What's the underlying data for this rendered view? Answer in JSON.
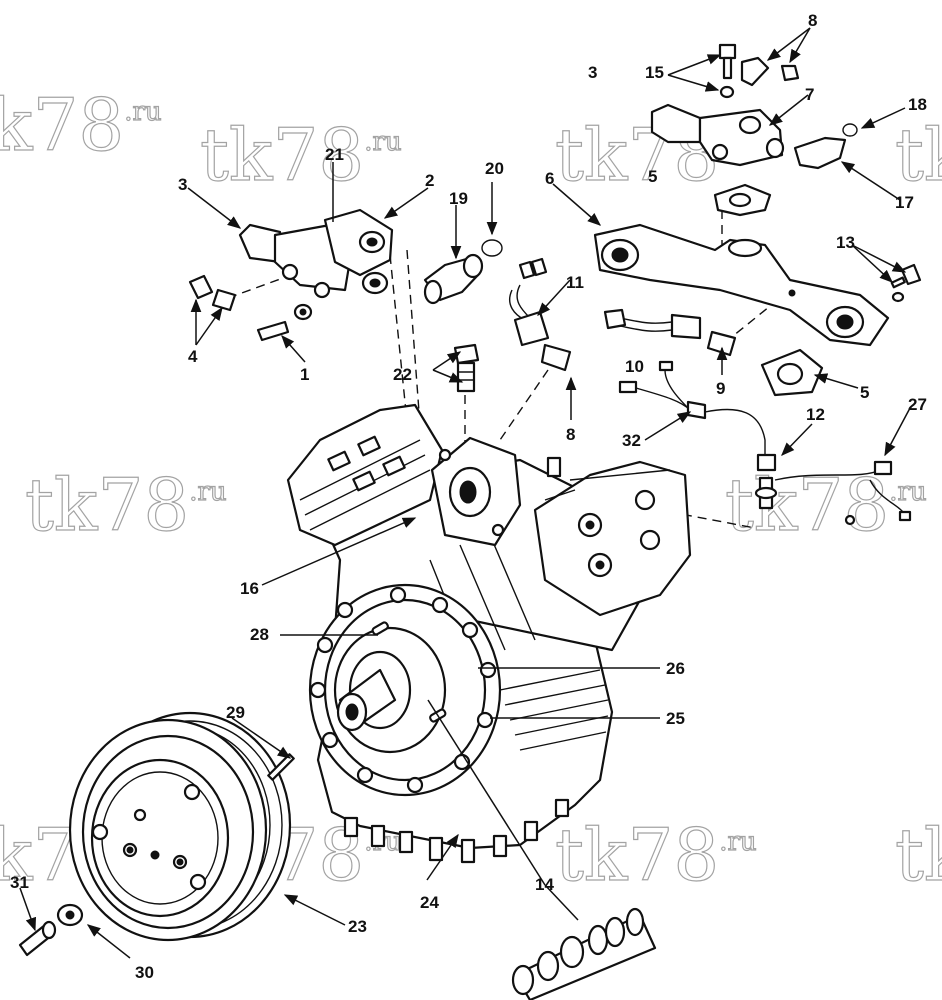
{
  "watermark": {
    "text": "tk78",
    "suffix": ".ru"
  },
  "labels": {
    "l1": "1",
    "l2": "2",
    "l3a": "3",
    "l3b": "3",
    "l4": "4",
    "l5a": "5",
    "l5b": "5",
    "l6": "6",
    "l7": "7",
    "l8a": "8",
    "l8b": "8",
    "l9": "9",
    "l10": "10",
    "l11": "11",
    "l12": "12",
    "l13": "13",
    "l14": "14",
    "l15": "15",
    "l16": "16",
    "l17": "17",
    "l18": "18",
    "l19": "19",
    "l20": "20",
    "l21": "21",
    "l22": "22",
    "l23": "23",
    "l24": "24",
    "l25": "25",
    "l26": "26",
    "l27": "27",
    "l28": "28",
    "l29": "29",
    "l30": "30",
    "l31": "31",
    "l32": "32"
  },
  "colors": {
    "line": "#111111",
    "watermark_outline": "#9a9a9a",
    "background": "#ffffff"
  }
}
